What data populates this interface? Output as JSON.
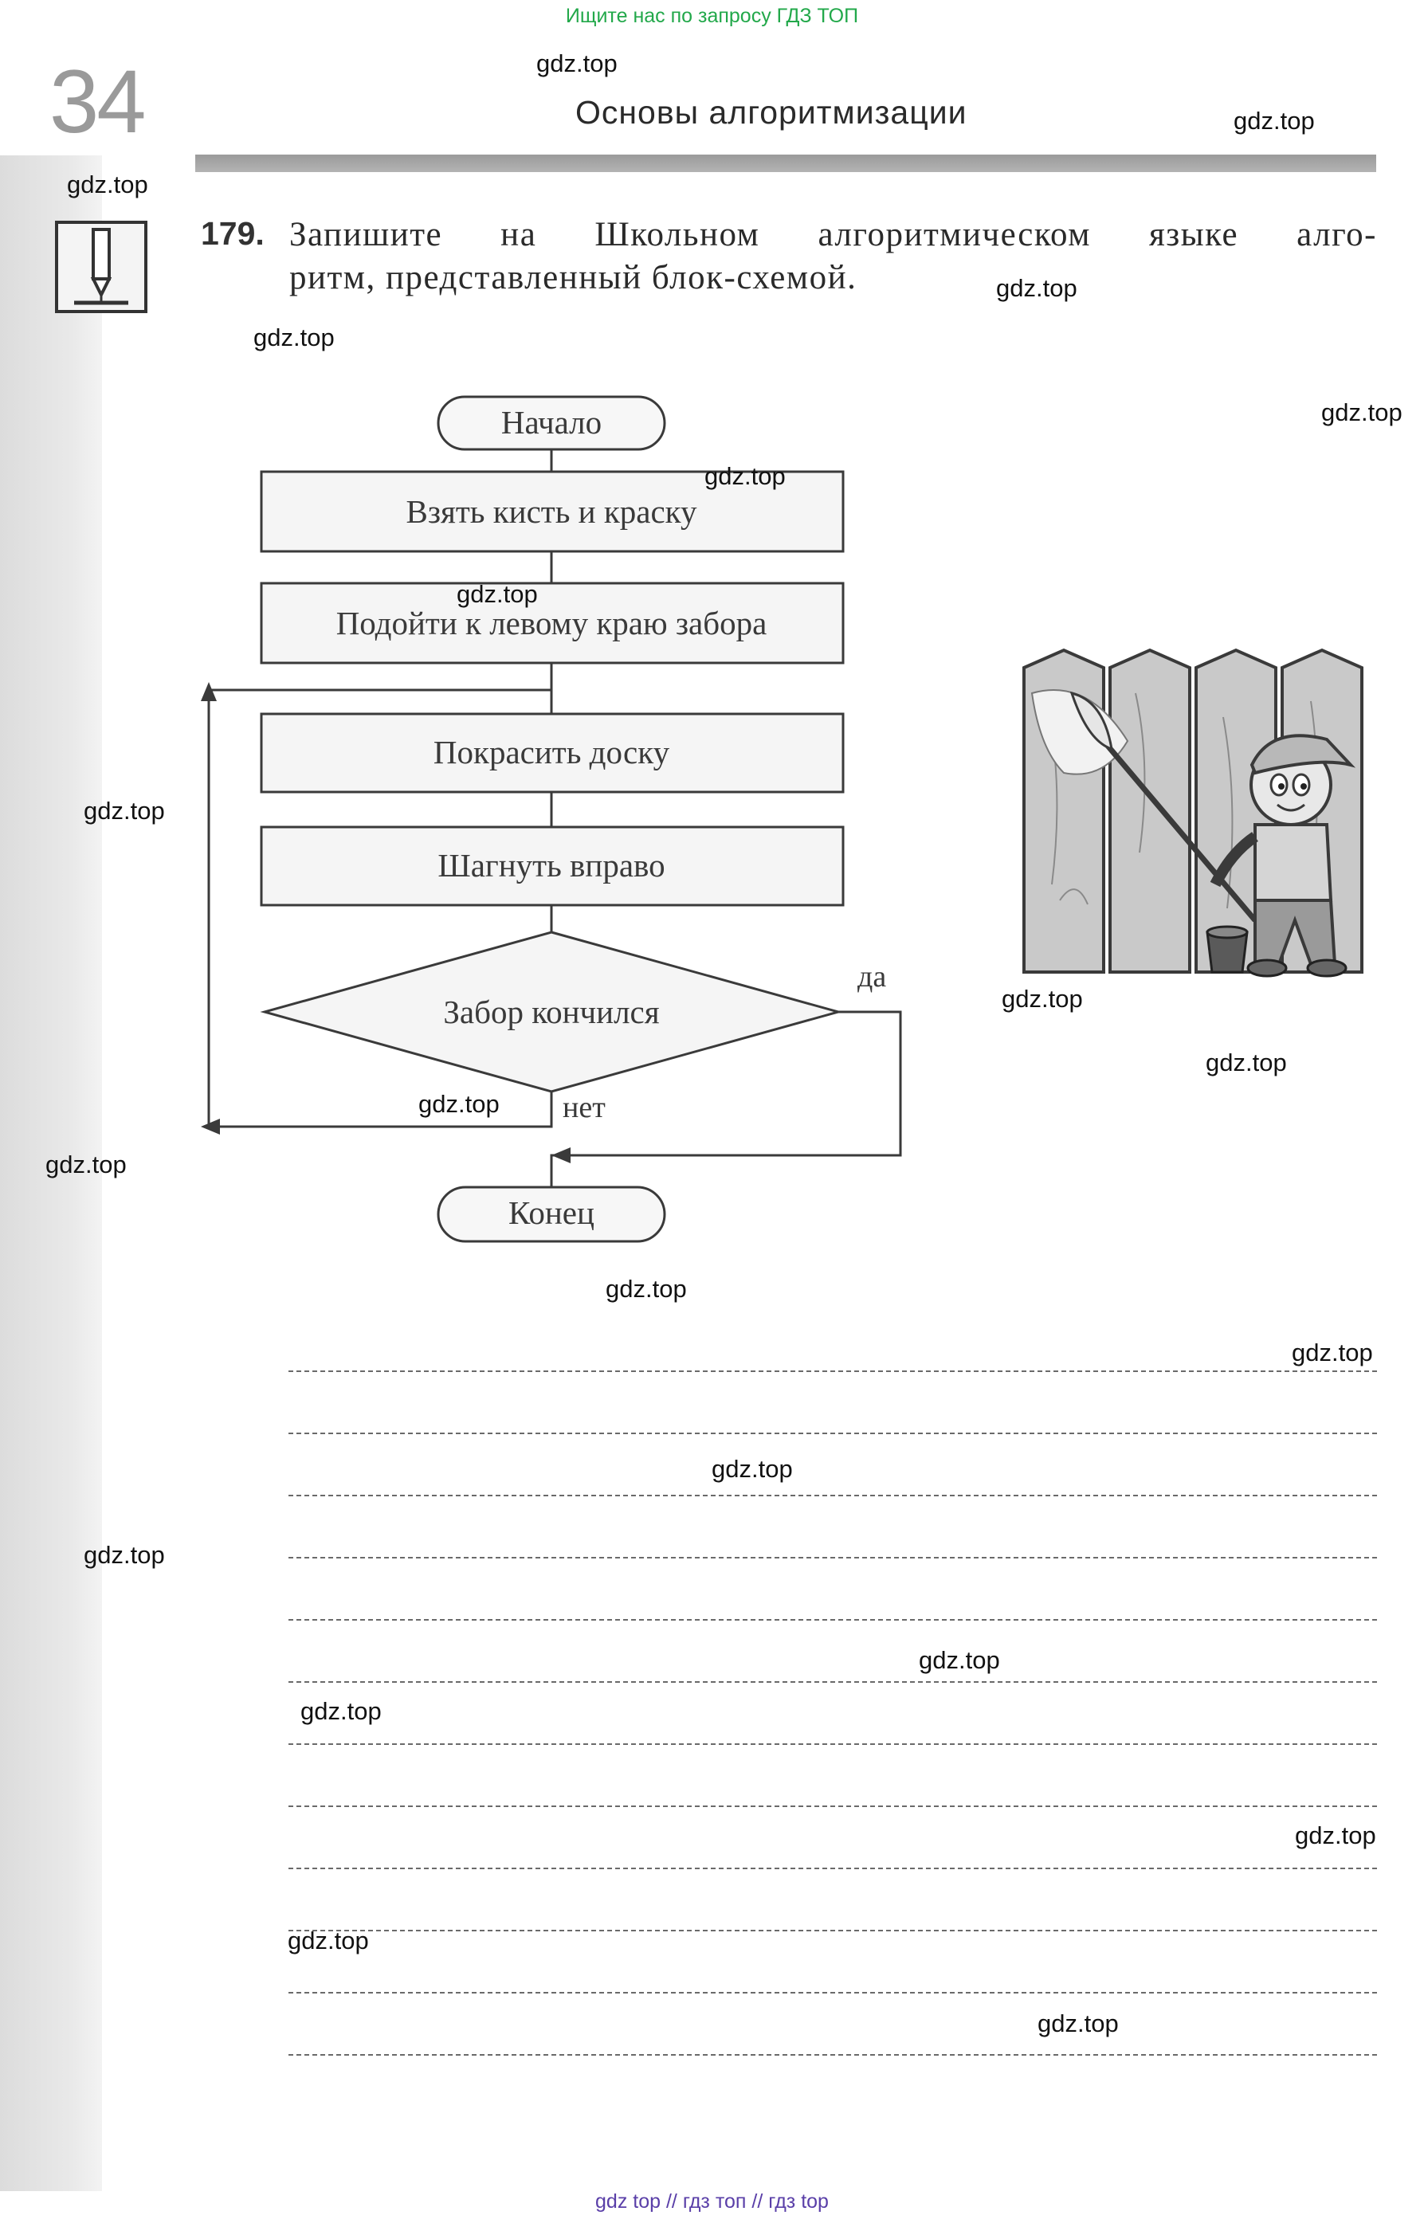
{
  "top_banner": "Ищите нас по запросу ГДЗ ТОП",
  "page": {
    "number": "34",
    "header_title": "Основы алгоритмизации"
  },
  "task": {
    "number": "179.",
    "text_line1": "Запишите на Школьном алгоритмическом языке алго-",
    "text_line2": "ритм, представленный блок-схемой."
  },
  "flowchart": {
    "start": "Начало",
    "steps": [
      "Взять кисть и краску",
      "Подойти к левому краю забора",
      "Покрасить доску",
      "Шагнуть вправо"
    ],
    "condition": "Забор кончился",
    "yes_label": "да",
    "no_label": "нет",
    "end": "Конец"
  },
  "illustration": {
    "icon": "boy-painting-fence-illustration"
  },
  "answer_area": {
    "line_count": 12
  },
  "watermarks": [
    "gdz.top",
    "gdz.top",
    "gdz.top",
    "gdz.top",
    "gdz.top",
    "gdz.top",
    "gdz.top",
    "gdz.top",
    "gdz.top",
    "gdz.top",
    "gdz.top",
    "gdz.top",
    "gdz.top",
    "gdz.top",
    "gdz.top",
    "gdz.top",
    "gdz.top",
    "gdz.top",
    "gdz.top",
    "gdz.top",
    "gdz.top",
    "gdz.top"
  ],
  "bottom_banner": "gdz top  //  гдз топ  //  гдз top",
  "colors": {
    "top_banner": "#22a84a",
    "bottom_banner": "#5a3fa8",
    "side_strip": "#e2e2e2",
    "header_rule": "#a8a8a8"
  }
}
